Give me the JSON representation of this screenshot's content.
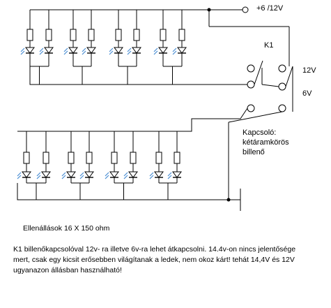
{
  "labels": {
    "supply": "+6 /12V",
    "relay": "K1",
    "v12": "12V",
    "v6": "6V",
    "switch_line1": "Kapcsoló:",
    "switch_line2": "kétáramkörös",
    "switch_line3": "billenő"
  },
  "notes": {
    "resistors": "Ellenállások 16 X 150 ohm",
    "line1": "K1 billenőkapcsolóval 12v- ra illetve 6v-ra lehet átkapcsolni. 14.4v-on nincs jelentősége",
    "line2": "mert, csak egy kicsit erősebben világítanak a ledek, nem okoz kárt! tehát 14,4V és 12V",
    "line3": "ugyanazon állásban használható!"
  },
  "colors": {
    "wire": "#000000",
    "led_glow": "#4a8fd4",
    "background": "#ffffff"
  },
  "upper_bank": {
    "led_count": 8,
    "resistor_count": 8
  },
  "lower_bank": {
    "led_count": 8,
    "resistor_count": 8
  }
}
